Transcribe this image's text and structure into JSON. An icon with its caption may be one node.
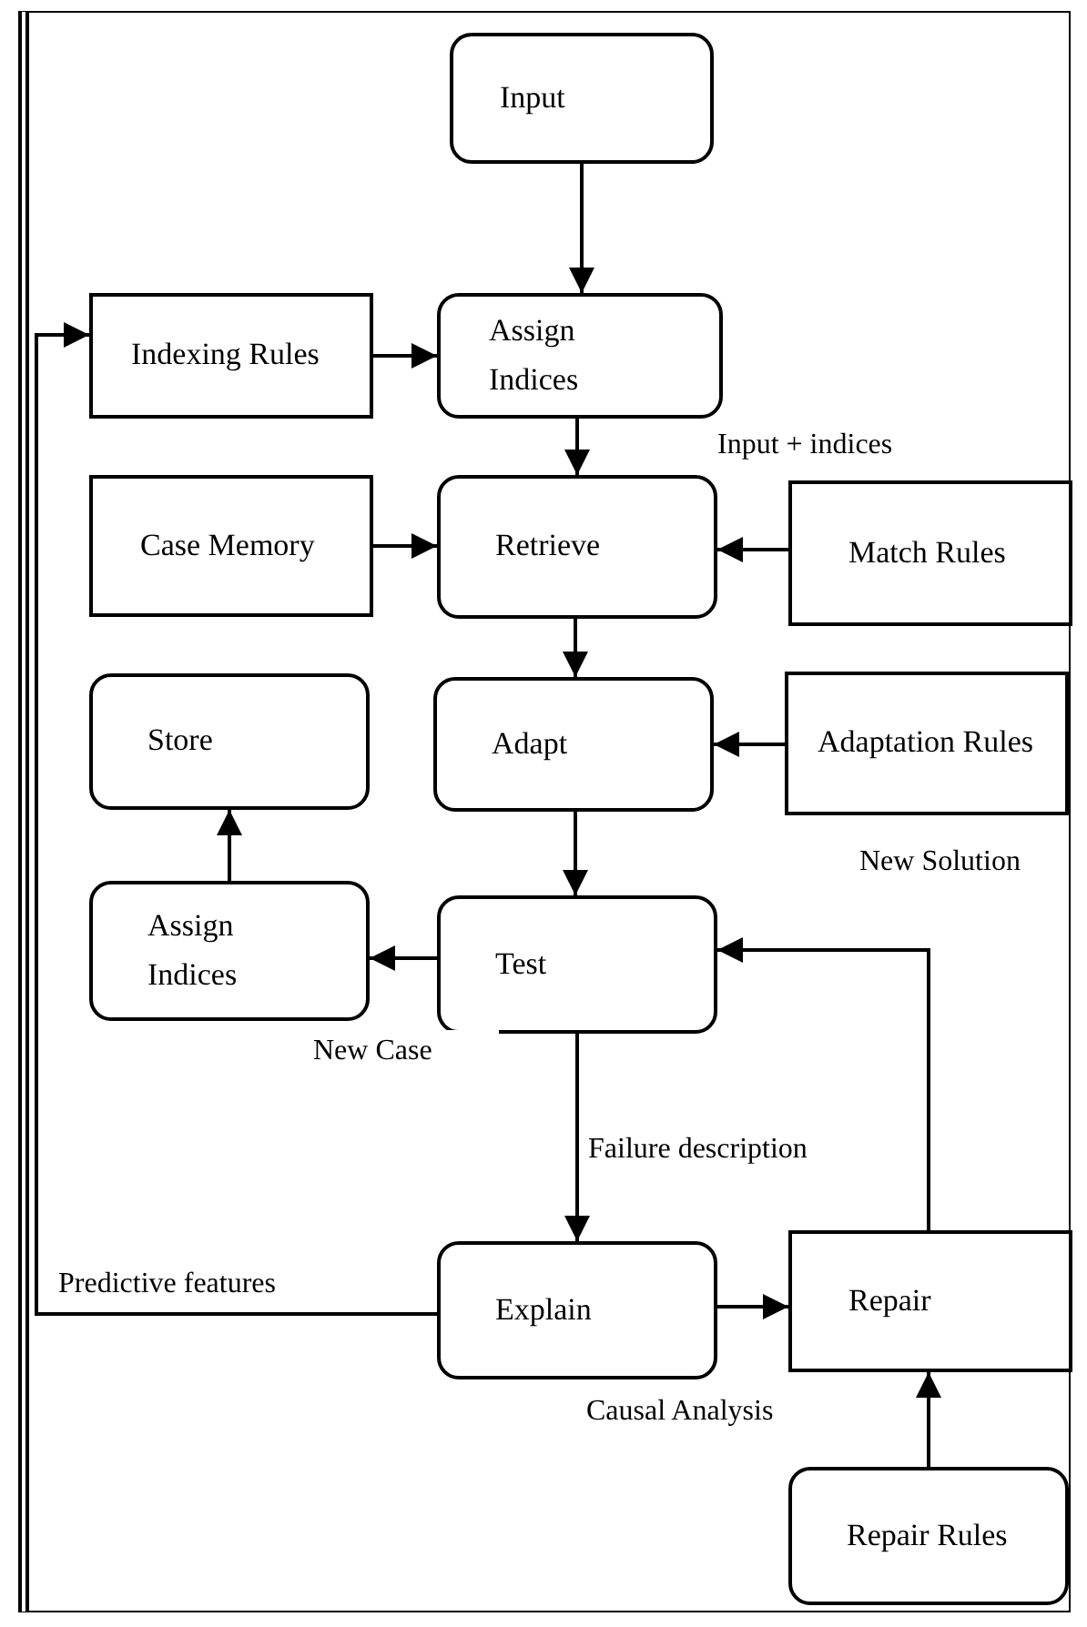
{
  "diagram": {
    "nodes": [
      {
        "text": [
          "Input"
        ]
      },
      {
        "text": [
          "Indexing Rules"
        ]
      },
      {
        "text": [
          "Assign Indices"
        ]
      },
      {
        "text": [
          "Case Memory"
        ]
      },
      {
        "text": [
          "Retrieve"
        ]
      },
      {
        "text": [
          "Match Rules"
        ]
      },
      {
        "text": [
          "Store"
        ]
      },
      {
        "text": [
          "Adapt"
        ]
      },
      {
        "text": [
          "Adaptation Rules"
        ]
      },
      {
        "text": [
          "Assign Indices"
        ]
      },
      {
        "text": [
          "Test"
        ]
      },
      {
        "text": [
          "Explain"
        ]
      },
      {
        "text": [
          "Repair"
        ]
      },
      {
        "text": [
          "Repair Rules"
        ]
      }
    ],
    "edges": [
      {
        "from": 0,
        "to": 2,
        "arrow": "to"
      },
      {
        "from": 1,
        "to": 2,
        "arrow": "to"
      },
      {
        "from": 2,
        "to": 4,
        "arrow": "to",
        "label": "Input + indices"
      },
      {
        "from": 3,
        "to": 4,
        "arrow": "to"
      },
      {
        "from": 5,
        "to": 4,
        "arrow": "to"
      },
      {
        "from": 4,
        "to": 7,
        "arrow": "to"
      },
      {
        "from": 8,
        "to": 7,
        "arrow": "to"
      },
      {
        "from": 7,
        "to": 10,
        "arrow": "to"
      },
      {
        "from": 10,
        "to": 9,
        "arrow": "to",
        "label": "New Case"
      },
      {
        "from": 9,
        "to": 6,
        "arrow": "to"
      },
      {
        "from": 10,
        "to": 11,
        "arrow": "to",
        "label": "Failure description"
      },
      {
        "from": 11,
        "to": 12,
        "arrow": "to",
        "label": "Causal Analysis"
      },
      {
        "from": 13,
        "to": 12,
        "arrow": "to"
      },
      {
        "from": 12,
        "to": 10,
        "arrow": "to",
        "label": "New Solution"
      },
      {
        "from": 11,
        "to": 1,
        "arrow": "to",
        "label": "Predictive features"
      }
    ]
  }
}
